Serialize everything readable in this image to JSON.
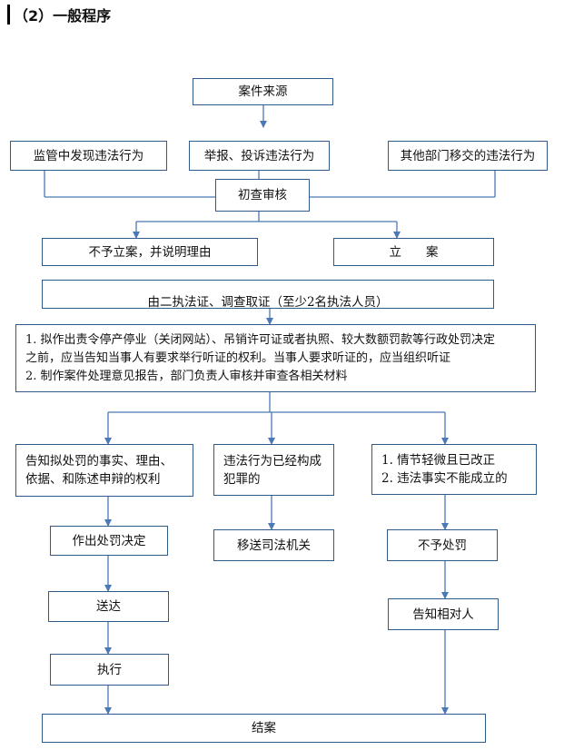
{
  "heading": "（2）一般程序",
  "nodes": {
    "source": "案件来源",
    "found": "监管中发现违法行为",
    "report": "举报、投诉违法行为",
    "transfer": "其他部门移交的违法行为",
    "initial": "初查审核",
    "not_filed": "不予立案，并说明理由",
    "filed": "立　　案",
    "investigate": "由二执法证、调查取证（至少2名执法人员）",
    "proposal": [
      "1. 拟作出责令停产停业（关闭网站）、吊销许可证或者执照、较大数额罚款等行政处罚决定",
      "之前，应当告知当事人有要求举行听证的权利。当事人要求听证的，应当组织听证",
      "2. 制作案件处理意见报告，部门负责人审核并审查各相关材料"
    ],
    "notify_rights": [
      "告知拟处罚的事实、理由、",
      "依据、和陈述申辩的权利"
    ],
    "crime": [
      "违法行为已经构成",
      "犯罪的"
    ],
    "minor": [
      "1. 情节轻微且已改正",
      "2. 违法事实不能成立的"
    ],
    "decide": "作出处罚决定",
    "judicial": "移送司法机关",
    "no_penalty": "不予处罚",
    "deliver": "送达",
    "notify_party": "告知相对人",
    "execute": "执行",
    "close": "结案"
  }
}
